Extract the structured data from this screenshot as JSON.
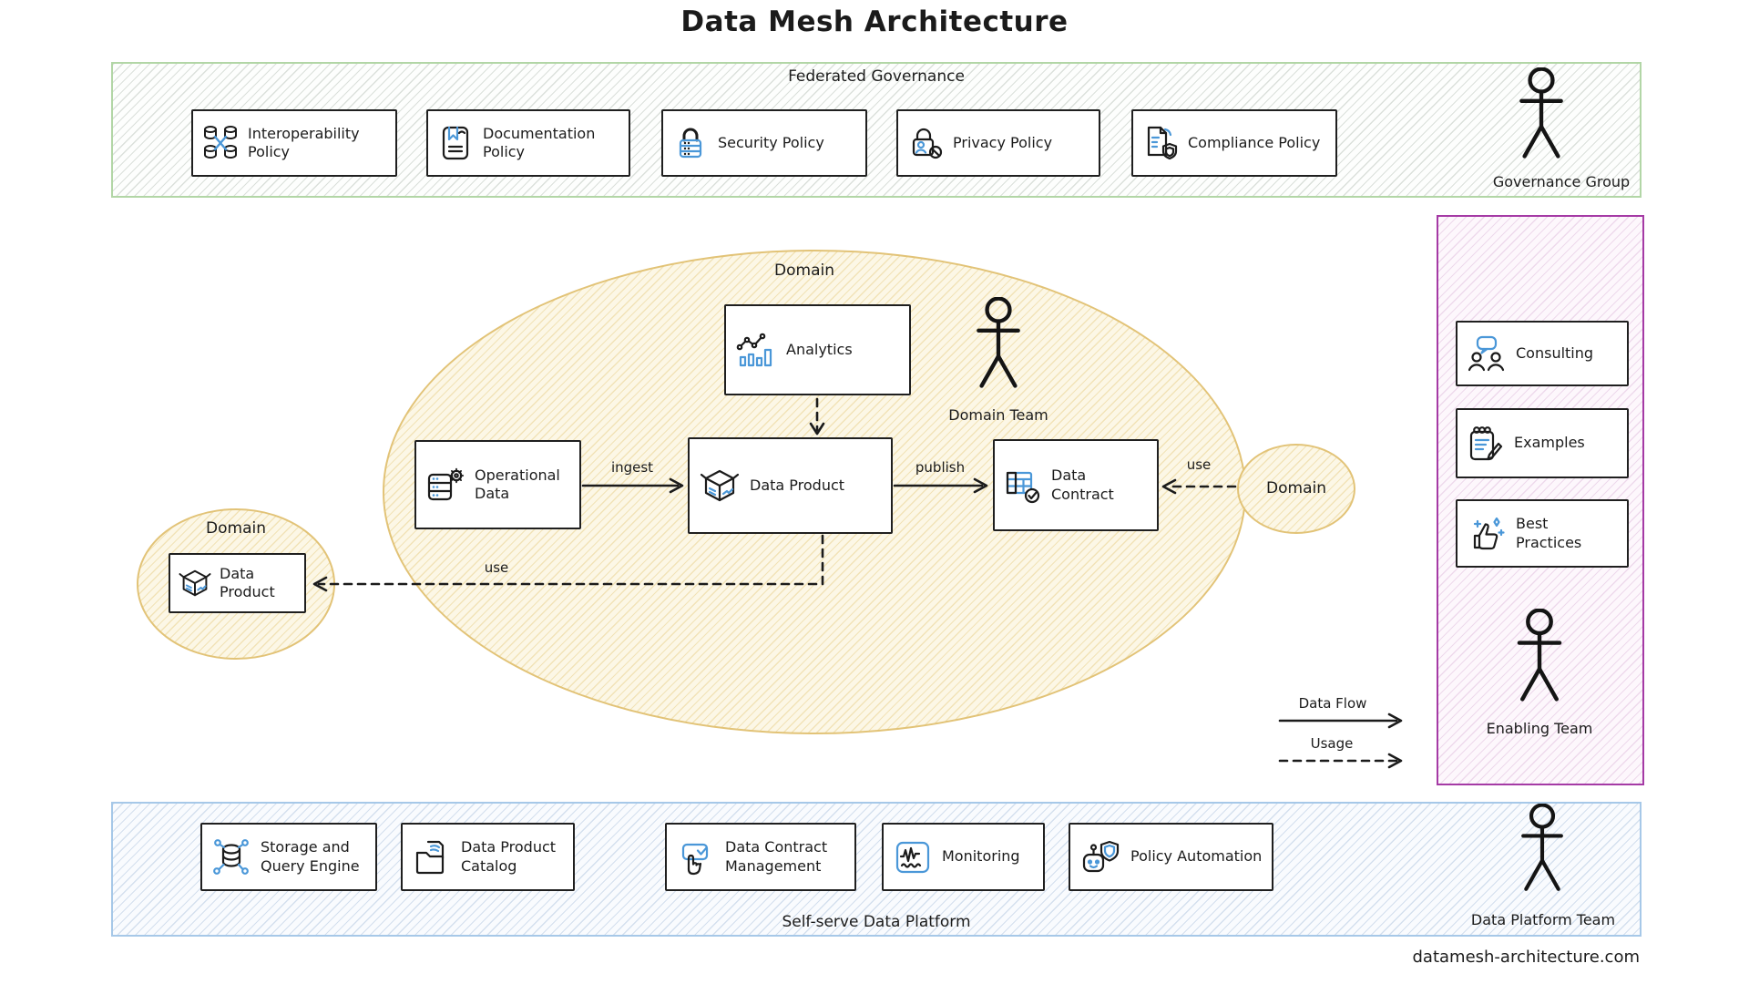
{
  "title": "Data Mesh Architecture",
  "governance": {
    "label": "Federated Governance",
    "team_label": "Governance Group",
    "policies": [
      {
        "label": "Interoperability Policy",
        "icon": "interoperability-icon"
      },
      {
        "label": "Documentation Policy",
        "icon": "documentation-icon"
      },
      {
        "label": "Security Policy",
        "icon": "security-icon"
      },
      {
        "label": "Privacy Policy",
        "icon": "privacy-icon"
      },
      {
        "label": "Compliance Policy",
        "icon": "compliance-icon"
      }
    ]
  },
  "domains": {
    "main": {
      "label": "Domain",
      "team_label": "Domain Team",
      "analytics": "Analytics",
      "operational_data": "Operational Data",
      "data_product": "Data Product",
      "data_contract": "Data Contract",
      "edge_ingest": "ingest",
      "edge_publish": "publish"
    },
    "left": {
      "label": "Domain",
      "data_product": "Data Product",
      "edge_use": "use"
    },
    "right": {
      "label": "Domain",
      "edge_use": "use"
    }
  },
  "enabling_team": {
    "team_label": "Enabling Team",
    "services": [
      {
        "label": "Consulting",
        "icon": "consulting-icon"
      },
      {
        "label": "Examples",
        "icon": "examples-icon"
      },
      {
        "label": "Best Practices",
        "icon": "best-practices-icon"
      }
    ]
  },
  "legend": {
    "data_flow_label": "Data Flow",
    "usage_label": "Usage"
  },
  "platform": {
    "label": "Self-serve Data Platform",
    "team_label": "Data Platform Team",
    "services": [
      {
        "label": "Storage and Query Engine",
        "icon": "storage-icon"
      },
      {
        "label": "Data Product Catalog",
        "icon": "catalog-icon"
      },
      {
        "label": "Data Contract Management",
        "icon": "contract-management-icon"
      },
      {
        "label": "Monitoring",
        "icon": "monitoring-icon"
      },
      {
        "label": "Policy Automation",
        "icon": "policy-automation-icon"
      }
    ]
  },
  "footer": {
    "website": "datamesh-architecture.com"
  },
  "colors": {
    "ink": "#1b1b1b",
    "accent_blue": "#4a97d8",
    "governance_border": "#b2d6a6",
    "platform_border": "#a6c8e8",
    "enabling_border": "#a53aa5",
    "domain_border": "#e2c377"
  }
}
